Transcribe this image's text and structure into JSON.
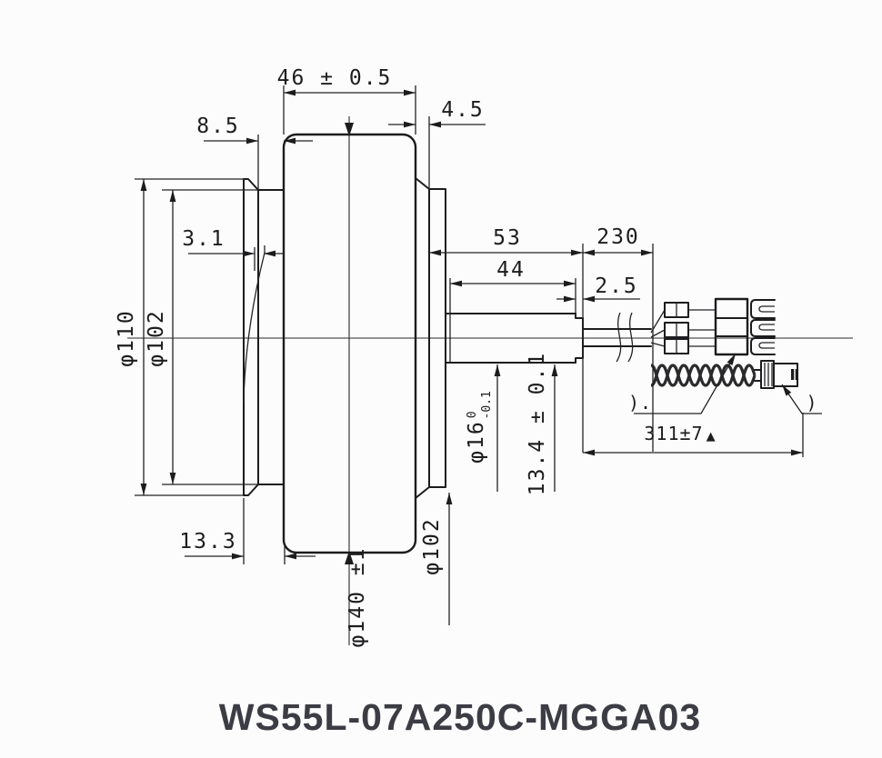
{
  "title": "WS55L-07A250C-MGGA03",
  "dims": {
    "width_total": "46 ± 0.5",
    "plate_step": "8.5",
    "rear_step": "4.5",
    "slot": "3.1",
    "shaft_length": "53",
    "shaft_section": "44",
    "shaft_tip": "2.5",
    "cable": "230",
    "flange_od": "φ110",
    "front_pilot_od": "φ102",
    "shaft_od": "φ16",
    "shaft_od_tol_hi": "0",
    "shaft_od_tol_lo": "-0.1",
    "shaft_flat": "13.4 ± 0.1",
    "plate_offset": "13.3",
    "body_od": "φ140 ±1",
    "rear_pilot_od": "φ102",
    "leads_total": "311±7",
    "leads_total_mark": "▲",
    "callout_left": ").",
    "callout_right": ")"
  }
}
